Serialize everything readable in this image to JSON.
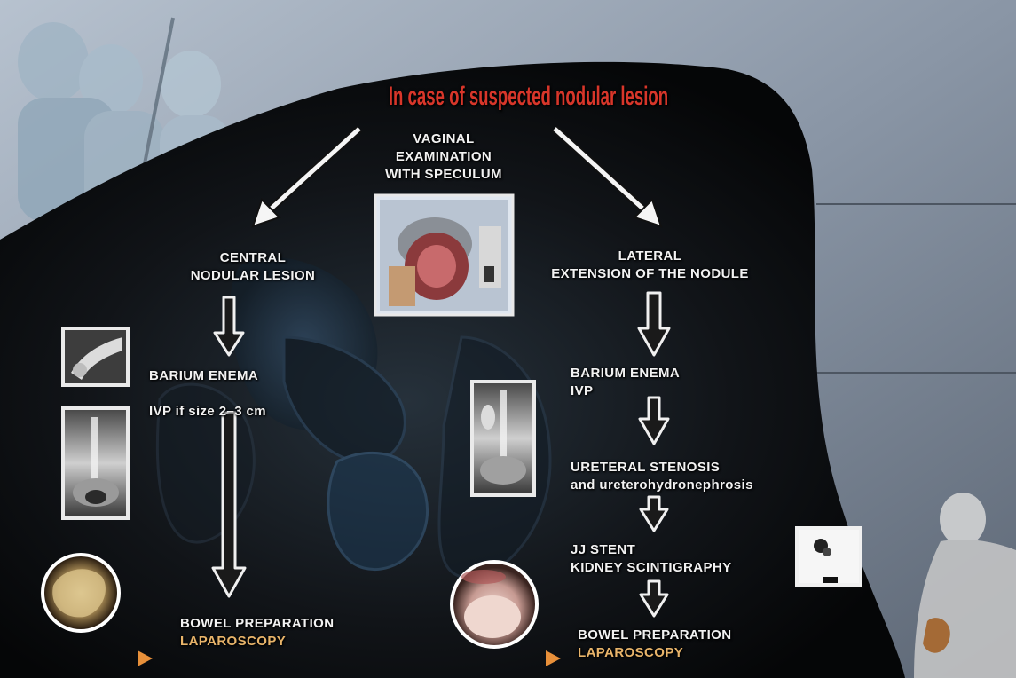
{
  "title": "In case of suspected nodular lesion",
  "center": {
    "exam": [
      "VAGINAL",
      "EXAMINATION",
      "WITH SPECULUM"
    ]
  },
  "left": {
    "lesion": [
      "CENTRAL",
      "NODULAR LESION"
    ],
    "barium": "BARIUM ENEMA",
    "ivp": "IVP if size  2–3 cm",
    "bowel": "BOWEL PREPARATION",
    "lap": "LAPAROSCOPY"
  },
  "right": {
    "lesion": [
      "LATERAL",
      "EXTENSION OF THE NODULE"
    ],
    "barium": [
      "BARIUM ENEMA",
      "IVP"
    ],
    "stenosis": [
      "URETERAL STENOSIS",
      "and  ureterohydronephrosis"
    ],
    "stent": [
      "JJ STENT",
      "KIDNEY SCINTIGRAPHY"
    ],
    "bowel": "BOWEL PREPARATION",
    "lap": "LAPAROSCOPY"
  },
  "colors": {
    "title": "#d8362a",
    "label": "#f2f2f2",
    "accent": "#e8b46a",
    "play": "#e8903a",
    "background_gray": "#8a96a6"
  },
  "icons": [
    "play-icon",
    "play-icon"
  ]
}
